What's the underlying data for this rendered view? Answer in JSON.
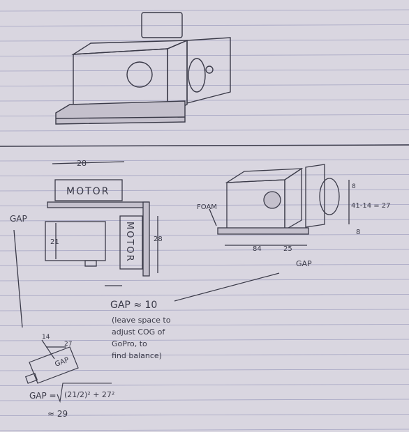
{
  "colors": {
    "paper": "#d9d6e0",
    "ink": "#3a3a48",
    "rule": "#8f8fb6",
    "shade": "#c4c0cc"
  },
  "sketch_top": {
    "caption": ""
  },
  "motor_view": {
    "width_dim": "28",
    "motor_label_top": "MOTOR",
    "motor_label_side": "MOTOR",
    "height_dim_left": "21",
    "height_dim_right": "28",
    "gap_label": "GAP"
  },
  "camera_view": {
    "foam_label": "FOAM",
    "dim_84": "84",
    "dim_25": "25",
    "dim_small": "8",
    "dim_equation": "41-14 = 27",
    "dim_8": "8",
    "gap_label": "GAP"
  },
  "gap_note": {
    "title": "GAP ≈ 10",
    "lines": [
      "(leave space to",
      "adjust COG of",
      "GoPro, to",
      "find balance)"
    ]
  },
  "rotated": {
    "dim_14": "14",
    "dim_27": "27",
    "box_label": "GAP",
    "formula_prefix": "GAP =",
    "formula_body": "(21/2)² + 27²",
    "result": "≈ 29"
  }
}
